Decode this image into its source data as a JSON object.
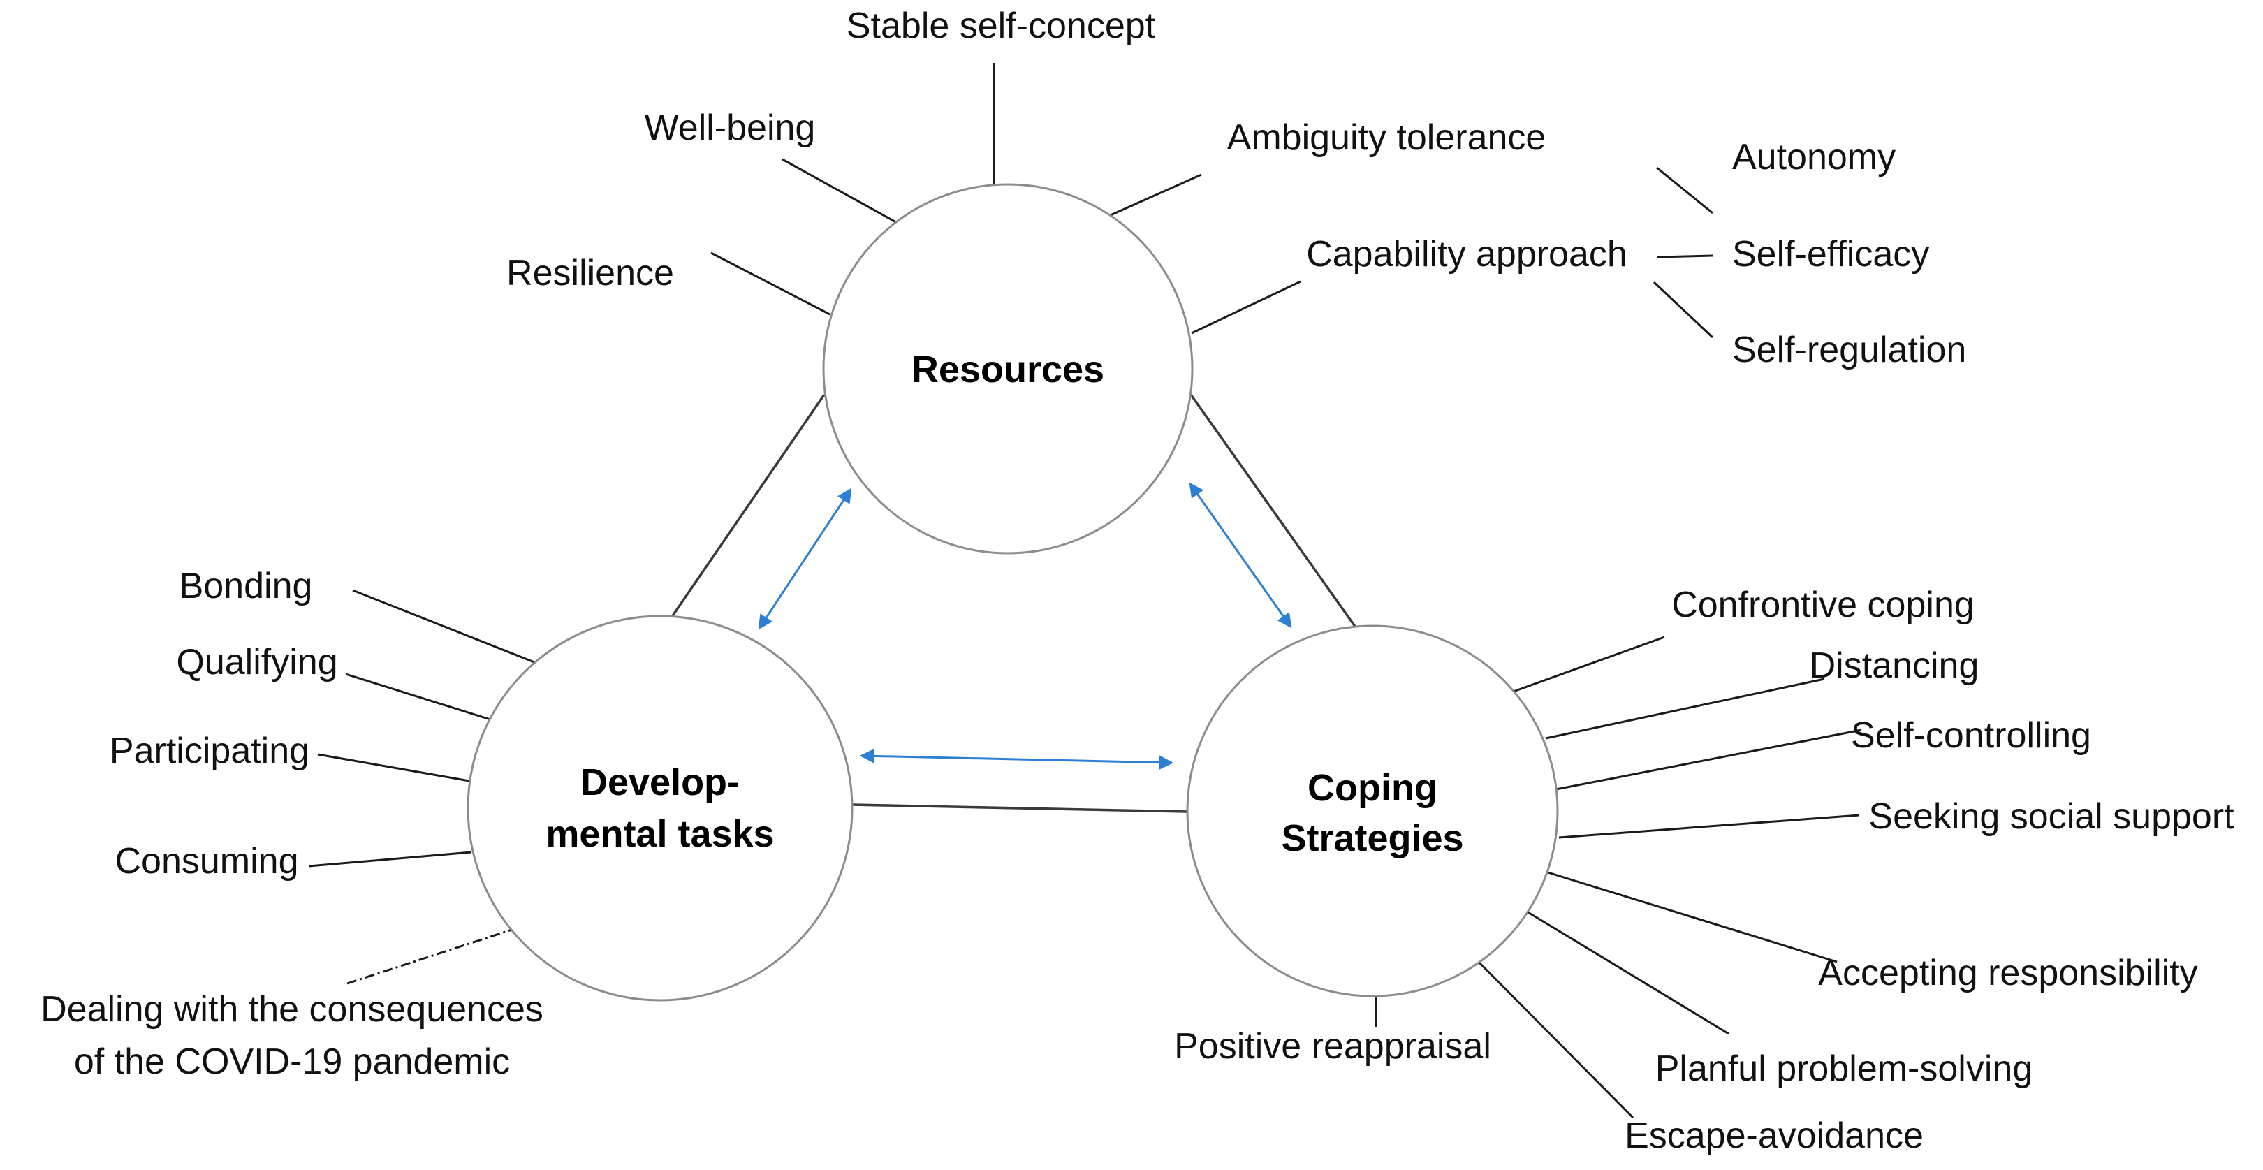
{
  "colors": {
    "arrow": "#2c7fd2",
    "circle_stroke": "#8c8c8c",
    "text": "#111111"
  },
  "hubs": {
    "resources": "Resources",
    "developmental_line1": "Develop-",
    "developmental_line2": "mental tasks",
    "coping_line1": "Coping",
    "coping_line2": "Strategies"
  },
  "resources": {
    "stable_self_concept": "Stable self-concept",
    "well_being": "Well-being",
    "ambiguity_tolerance": "Ambiguity tolerance",
    "resilience": "Resilience",
    "capability_approach": "Capability approach",
    "autonomy": "Autonomy",
    "self_efficacy": "Self-efficacy",
    "self_regulation": "Self-regulation"
  },
  "developmental_tasks": {
    "bonding": "Bonding",
    "qualifying": "Qualifying",
    "participating": "Participating",
    "consuming": "Consuming",
    "covid_line1": "Dealing with the consequences",
    "covid_line2": "of the COVID-19 pandemic"
  },
  "coping_strategies": {
    "confrontive_coping": "Confrontive coping",
    "distancing": "Distancing",
    "self_controlling": "Self-controlling",
    "seeking_social_support": "Seeking social support",
    "accepting_responsibility": "Accepting responsibility",
    "planful_problem_solving": "Planful problem-solving",
    "escape_avoidance": "Escape-avoidance",
    "positive_reappraisal": "Positive reappraisal"
  }
}
